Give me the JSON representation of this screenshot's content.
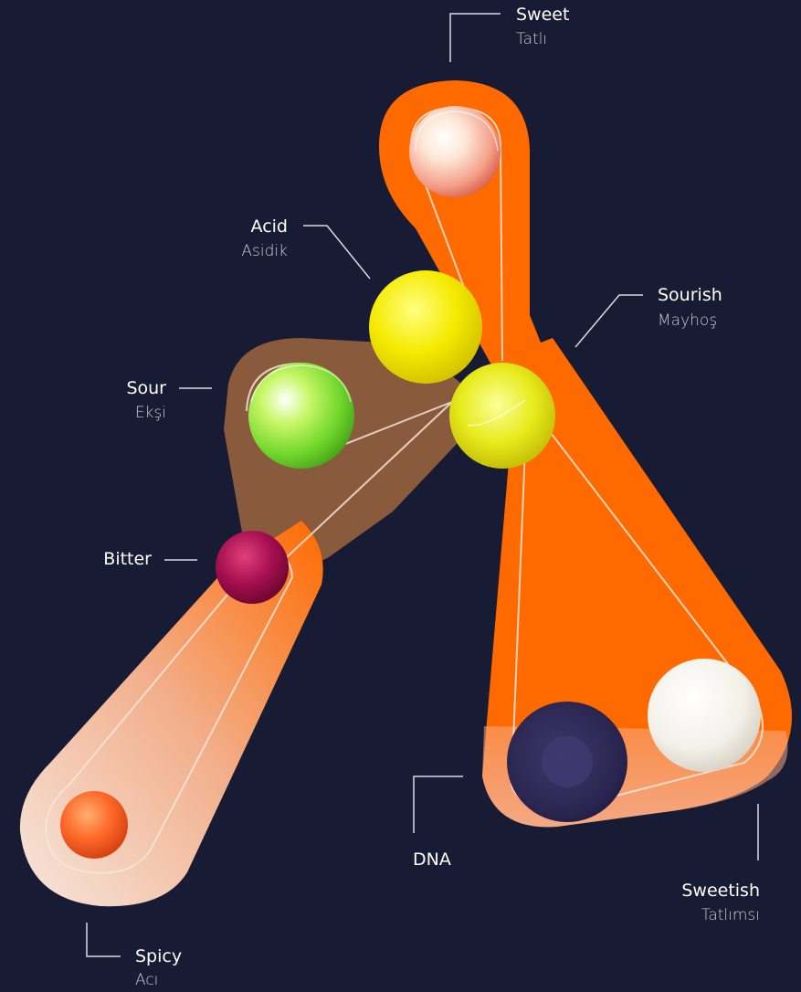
{
  "colors": {
    "background": "#171b33",
    "branch_orange": "#ff6a00",
    "branch_brown": "#8a5a3c",
    "leader_line": "#d9dbe3"
  },
  "labels": {
    "sweet": {
      "en": "Sweet",
      "tr": "Tatlı"
    },
    "acid": {
      "en": "Acid",
      "tr": "Asidik"
    },
    "sourish": {
      "en": "Sourish",
      "tr": "Mayhoş"
    },
    "sour": {
      "en": "Sour",
      "tr": "Ekşi"
    },
    "bitter": {
      "en": "Bitter"
    },
    "dna": {
      "en": "DNA"
    },
    "sweetish": {
      "en": "Sweetish",
      "tr": "Tatlımsı"
    },
    "spicy": {
      "en": "Spicy",
      "tr": "Acı"
    }
  },
  "spheres": [
    {
      "name": "sweet-sphere",
      "color": "#f7a08a"
    },
    {
      "name": "acid-sphere",
      "color": "#f2e600"
    },
    {
      "name": "sourish-sphere",
      "color": "#e6e81a"
    },
    {
      "name": "sour-sphere",
      "color": "#7fe032"
    },
    {
      "name": "bitter-sphere",
      "color": "#a0104e"
    },
    {
      "name": "dna-sphere",
      "color": "#2c2753"
    },
    {
      "name": "sweetish-sphere",
      "color": "#f4f1ea"
    },
    {
      "name": "spicy-sphere",
      "color": "#ff6a2a"
    }
  ]
}
